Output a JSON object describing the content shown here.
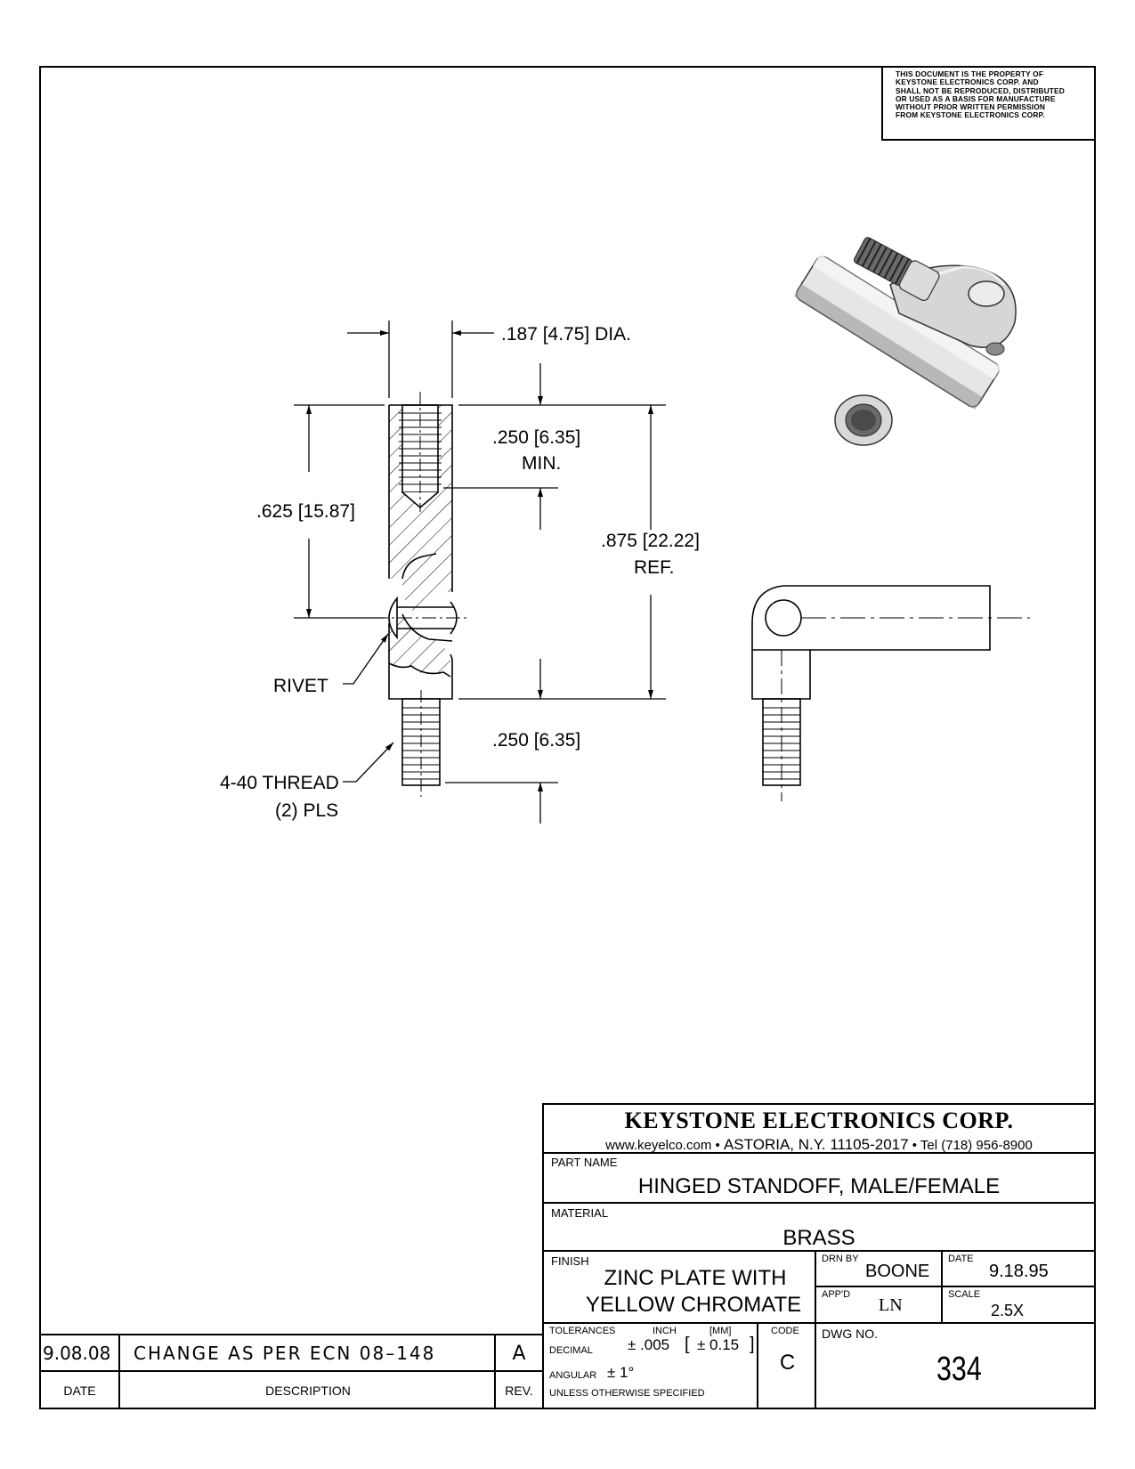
{
  "notice": {
    "lines": [
      "THIS DOCUMENT IS THE PROPERTY OF",
      "KEYSTONE ELECTRONICS CORP. AND",
      "SHALL NOT BE REPRODUCED, DISTRIBUTED",
      "OR USED AS A BASIS FOR MANUFACTURE",
      "WITHOUT PRIOR WRITTEN PERMISSION",
      "FROM KEYSTONE ELECTRONICS CORP."
    ]
  },
  "dimensions": {
    "dia": ".187 [4.75] DIA.",
    "min_depth_value": ".250 [6.35]",
    "min_depth_note": "MIN.",
    "body_length": ".625 [15.87]",
    "overall_value": ".875 [22.22]",
    "overall_note": "REF.",
    "thread_length": ".250 [6.35]"
  },
  "callouts": {
    "rivet": "RIVET",
    "thread_line1": "4-40 THREAD",
    "thread_line2": "(2) PLS"
  },
  "title_block": {
    "company": "KEYSTONE ELECTRONICS CORP.",
    "website": "www.keyelco.com",
    "address": "ASTORIA, N.Y. 11105-2017",
    "phone": "Tel (718) 956-8900",
    "bullet": "•",
    "part_name_label": "PART NAME",
    "part_name": "HINGED STANDOFF, MALE/FEMALE",
    "material_label": "MATERIAL",
    "material": "BRASS",
    "finish_label": "FINISH",
    "finish_line1": "ZINC PLATE WITH",
    "finish_line2": "YELLOW CHROMATE",
    "drn_by_label": "DRN BY",
    "drn_by": "BOONE",
    "date_label": "DATE",
    "date": "9.18.95",
    "appd_label": "APP'D",
    "appd": "LN",
    "scale_label": "SCALE",
    "scale": "2.5X",
    "tolerances_label": "TOLERANCES",
    "inch_label": "INCH",
    "mm_label": "[MM]",
    "code_label": "CODE",
    "decimal_label": "DECIMAL",
    "decimal_inch": "± .005",
    "decimal_mm_open": "[",
    "decimal_mm": "± 0.15",
    "decimal_mm_close": "]",
    "angular_label": "ANGULAR",
    "angular": "± 1°",
    "unless": "UNLESS OTHERWISE SPECIFIED",
    "code": "C",
    "dwg_no_label": "DWG NO.",
    "dwg_no": "334"
  },
  "revision": {
    "date": "9.08.08",
    "description": "CHANGE AS PER ECN 08–148",
    "rev": "A",
    "date_header": "DATE",
    "description_header": "DESCRIPTION",
    "rev_header": "REV."
  }
}
